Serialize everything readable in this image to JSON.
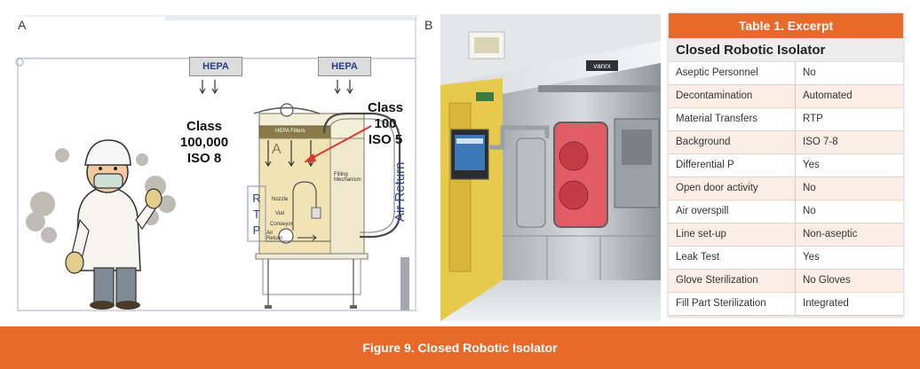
{
  "panel_a": {
    "letter": "A",
    "hepa_left": "HEPA",
    "hepa_right": "HEPA",
    "class_left": [
      "Class",
      "100,000",
      "ISO 8"
    ],
    "class_right": [
      "Class",
      "100",
      "ISO 5"
    ],
    "air_return": "Air Return",
    "rtp": [
      "R",
      "T",
      "P"
    ],
    "isolator_letter": "A",
    "hepa_filters": "HEPA Filters",
    "filling_mechanism": [
      "Filling",
      "Mechanism"
    ],
    "nozzle": "Nozzle",
    "vial": "Vial",
    "conveyor": "Conveyor",
    "air_return_small": [
      "Air",
      "Return"
    ]
  },
  "panel_b": {
    "letter": "B",
    "brand": "vanrx"
  },
  "table": {
    "title": "Table 1. Excerpt",
    "subtitle": "Closed Robotic Isolator",
    "rows": [
      {
        "label": "Aseptic Personnel",
        "value": "No"
      },
      {
        "label": "Decontamination",
        "value": "Automated"
      },
      {
        "label": "Material Transfers",
        "value": "RTP"
      },
      {
        "label": "Background",
        "value": "ISO 7-8"
      },
      {
        "label": "Differential P",
        "value": "Yes"
      },
      {
        "label": "Open door activity",
        "value": "No"
      },
      {
        "label": "Air overspill",
        "value": "No"
      },
      {
        "label": "Line set-up",
        "value": "Non-aseptic"
      },
      {
        "label": "Leak Test",
        "value": "Yes"
      },
      {
        "label": "Glove Sterilization",
        "value": "No Gloves"
      },
      {
        "label": "Fill Part Sterilization",
        "value": "Integrated"
      }
    ]
  },
  "caption": "Figure 9. Closed Robotic Isolator",
  "colors": {
    "accent": "#e8692a",
    "diagram_blue": "#2b3f8f",
    "arrow_red": "#d8392b",
    "glass_red": "#e5505a"
  }
}
